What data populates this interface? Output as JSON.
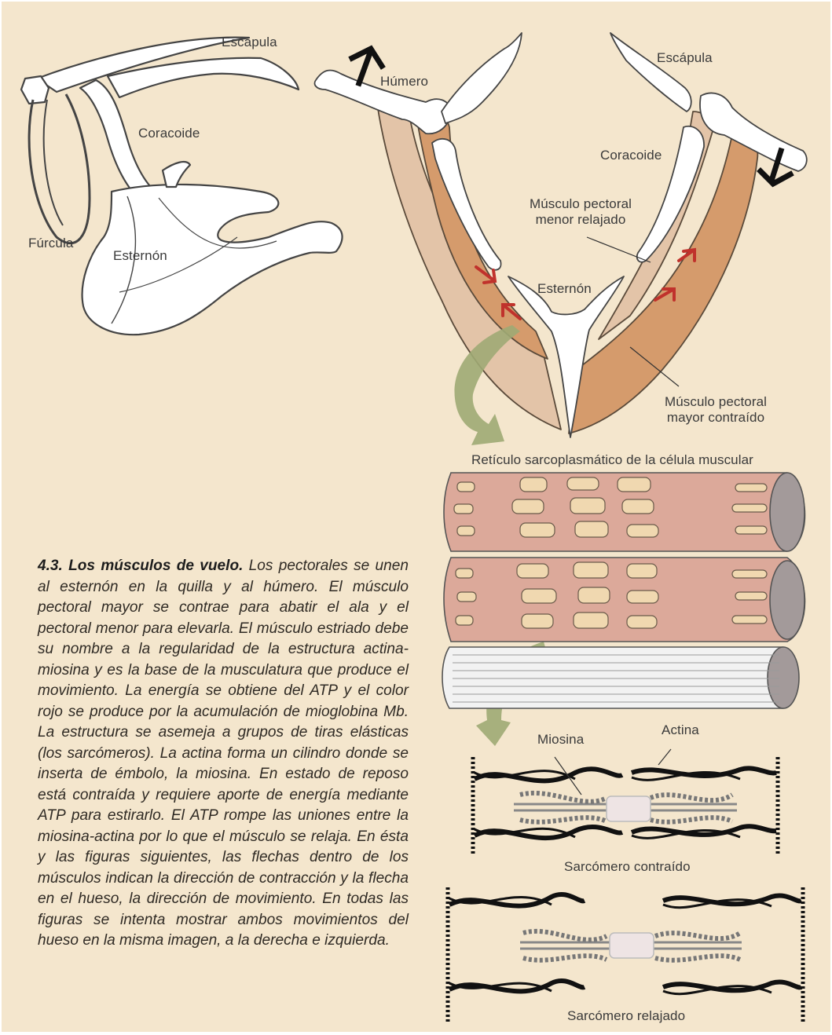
{
  "skeleton_labels": {
    "escapula_left": "Escápula",
    "coracoide_left": "Coracoide",
    "furcula": "Fúrcula",
    "esternon_left": "Esternón"
  },
  "muscle_labels": {
    "humero": "Húmero",
    "escapula_right": "Escápula",
    "coracoide_right": "Coracoide",
    "pectoral_menor_line1": "Músculo pectoral",
    "pectoral_menor_line2": "menor relajado",
    "esternon_right": "Esternón",
    "pectoral_mayor_line1": "Músculo pectoral",
    "pectoral_mayor_line2": "mayor contraído"
  },
  "fiber_labels": {
    "reticulo": "Retículo sarcoplasmático de la célula muscular"
  },
  "sarcomere_labels": {
    "miosina": "Miosina",
    "actina": "Actina",
    "contraido": "Sarcómero contraído",
    "relajado": "Sarcómero relajado"
  },
  "caption": {
    "title": "4.3. Los músculos de vuelo.",
    "body": " Los pectorales se unen al esternón en la quilla y al húmero. El músculo pectoral mayor se contrae para abatir el ala y el pectoral menor para elevarla. El músculo estriado debe su nombre a la regularidad de la estructura actina-miosina y es la base de la musculatura que produce el movimiento. La energía se obtiene del ATP y el color rojo se produce por la acumulación de mioglobina Mb. La estructura se asemeja a grupos de tiras elásticas (los sarcómeros). La actina forma un cilindro donde se inserta de émbolo, la miosina. En estado de reposo está contraída y requiere aporte de energía mediante ATP para estirarlo. El ATP rompe las uniones entre la miosina-actina por lo que el músculo se relaja. En ésta y las figuras siguientes, las flechas dentro de los músculos indican la dirección de contracción y la flecha en el hueso, la dirección de movimiento. En todas las figuras se intenta mostrar ambos movimientos del hueso en la misma imagen, a la derecha e izquierda."
  },
  "colors": {
    "background": "#f4e6cd",
    "muscle_contracted": "#d59b6c",
    "muscle_relaxed": "#e3c4a8",
    "fiber": "#dca99a",
    "arrow_red": "#c0322c",
    "arrow_green": "#9eaa74"
  }
}
